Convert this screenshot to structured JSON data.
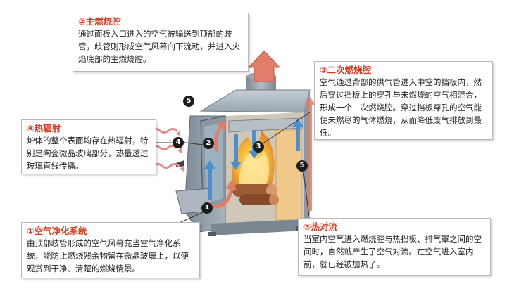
{
  "callouts": [
    {
      "id": "2",
      "title": "②主燃烧腔",
      "body": "通过面板入口进入的空气被输送到顶部的歧管，歧管则形成空气风幕向下流动，并进入火焰底部的主燃烧腔。"
    },
    {
      "id": "3",
      "title": "③二次燃烧腔",
      "body": "空气通过背部的供气管进入中空的挡板内，然后穿过挡板上的穿孔与未燃烧的空气相混合，形成一个二次燃烧腔。穿过挡板穿孔的空气能使未燃尽的气体燃烧，从而降低废气排放到最低。"
    },
    {
      "id": "4",
      "title": "④热辐射",
      "body": "炉体的整个表面均存在热辐射，特别是陶瓷微晶玻璃部分，热量透过玻璃直线传播。"
    },
    {
      "id": "1",
      "title": "①空气净化系统",
      "body": "由顶部歧管形成的空气风幕充当空气净化系统，能防止燃烧残余物留在微晶玻璃上，以便观赏到干净、清楚的燃烧情景。"
    },
    {
      "id": "5",
      "title": "⑤热对流",
      "body": "当室内空气进入燃烧腔与热挡板、排气罩之间的空间时，自然就产生了空气对流。在空气进入室内前，就已经被加热了。"
    }
  ],
  "markers": [
    "1",
    "2",
    "3",
    "4",
    "5",
    "5"
  ],
  "colors": {
    "title": "#d8371c",
    "arrow_hot": "#e07d6b",
    "arrow_cool": "#4c8fd0"
  }
}
